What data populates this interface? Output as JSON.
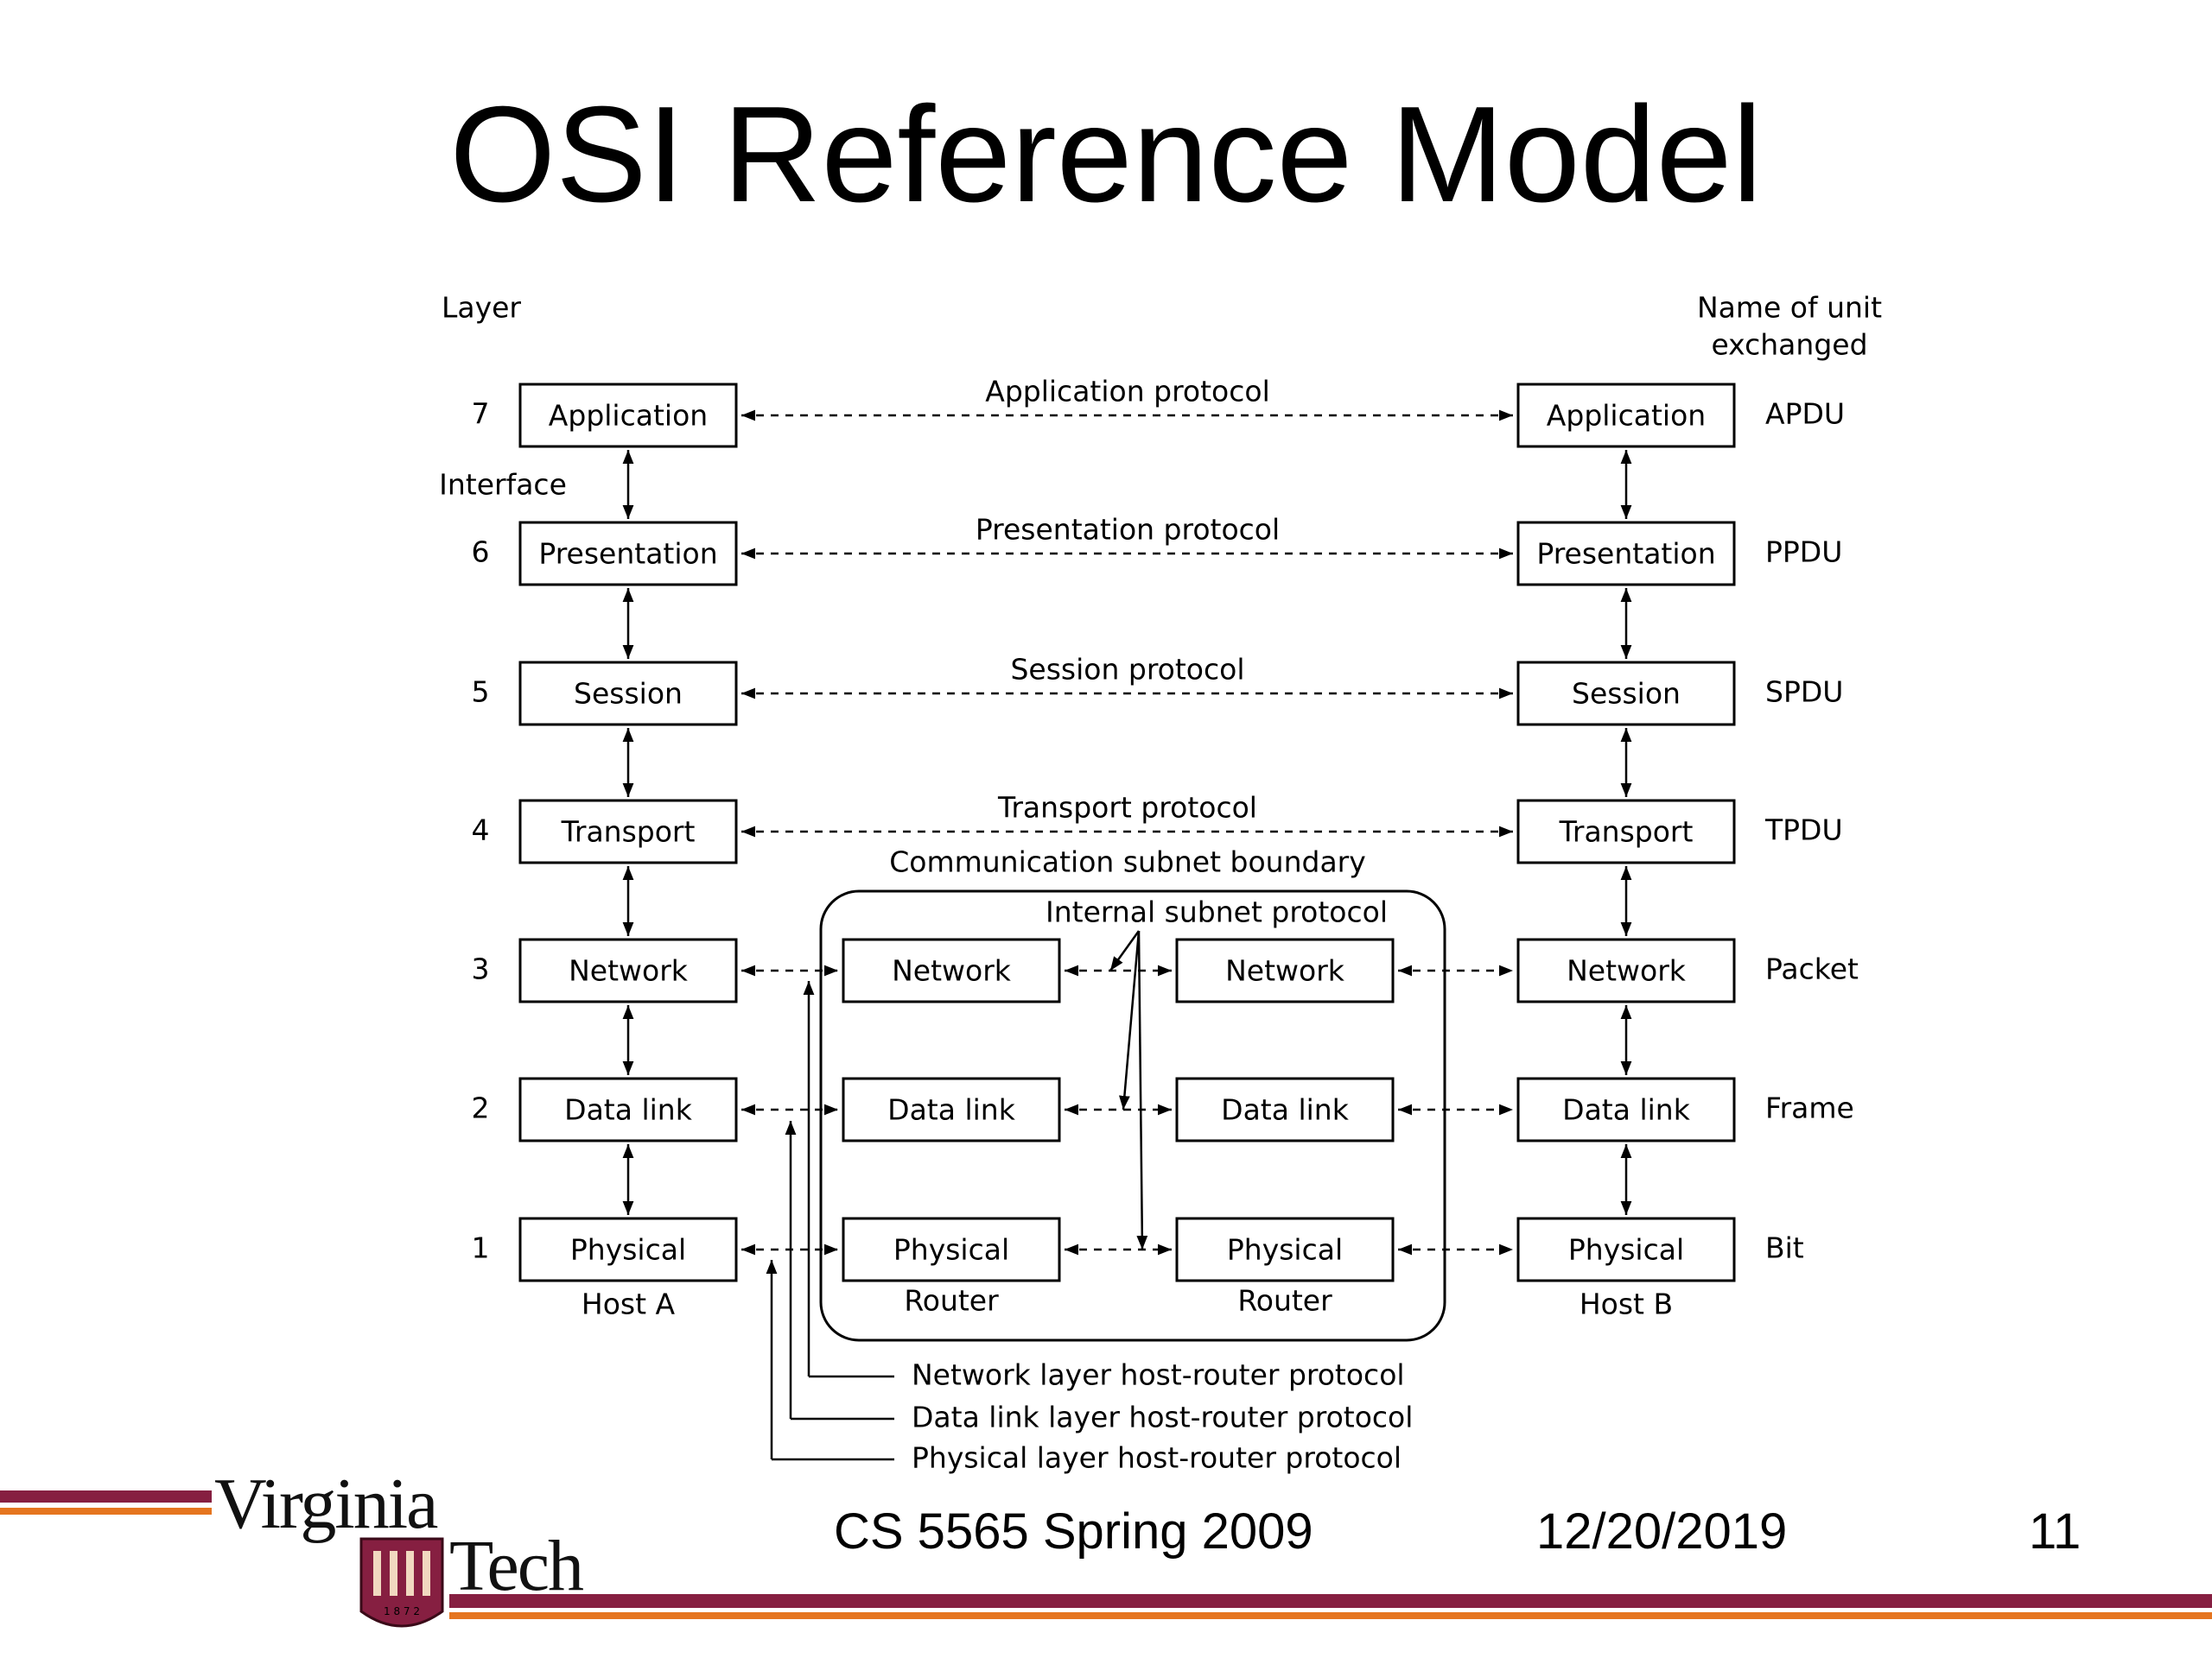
{
  "slide": {
    "title": "OSI Reference Model"
  },
  "diagram": {
    "layer_heading": "Layer",
    "unit_heading": [
      "Name of unit",
      "exchanged"
    ],
    "interface_label": "Interface",
    "layers": [
      {
        "num": "7",
        "name": "Application",
        "unit": "APDU",
        "protocol": "Application protocol"
      },
      {
        "num": "6",
        "name": "Presentation",
        "unit": "PPDU",
        "protocol": "Presentation protocol"
      },
      {
        "num": "5",
        "name": "Session",
        "unit": "SPDU",
        "protocol": "Session protocol"
      },
      {
        "num": "4",
        "name": "Transport",
        "unit": "TPDU",
        "protocol": "Transport protocol"
      },
      {
        "num": "3",
        "name": "Network",
        "unit": "Packet"
      },
      {
        "num": "2",
        "name": "Data link",
        "unit": "Frame"
      },
      {
        "num": "1",
        "name": "Physical",
        "unit": "Bit"
      }
    ],
    "host_a": "Host A",
    "host_b": "Host B",
    "router": "Router",
    "subnet_boundary": "Communication subnet boundary",
    "internal_protocol": "Internal subnet protocol",
    "bottom_labels": [
      "Network layer host-router protocol",
      "Data link layer host-router protocol",
      "Physical layer host-router protocol"
    ]
  },
  "footer": {
    "course": "CS 5565 Spring 2009",
    "date": "12/20/2019",
    "page": "11",
    "logo_line1": "Virginia",
    "logo_line2": "Tech",
    "logo_year": "1 8 7 2"
  },
  "colors": {
    "maroon": "#861f41",
    "orange": "#e5751f"
  }
}
